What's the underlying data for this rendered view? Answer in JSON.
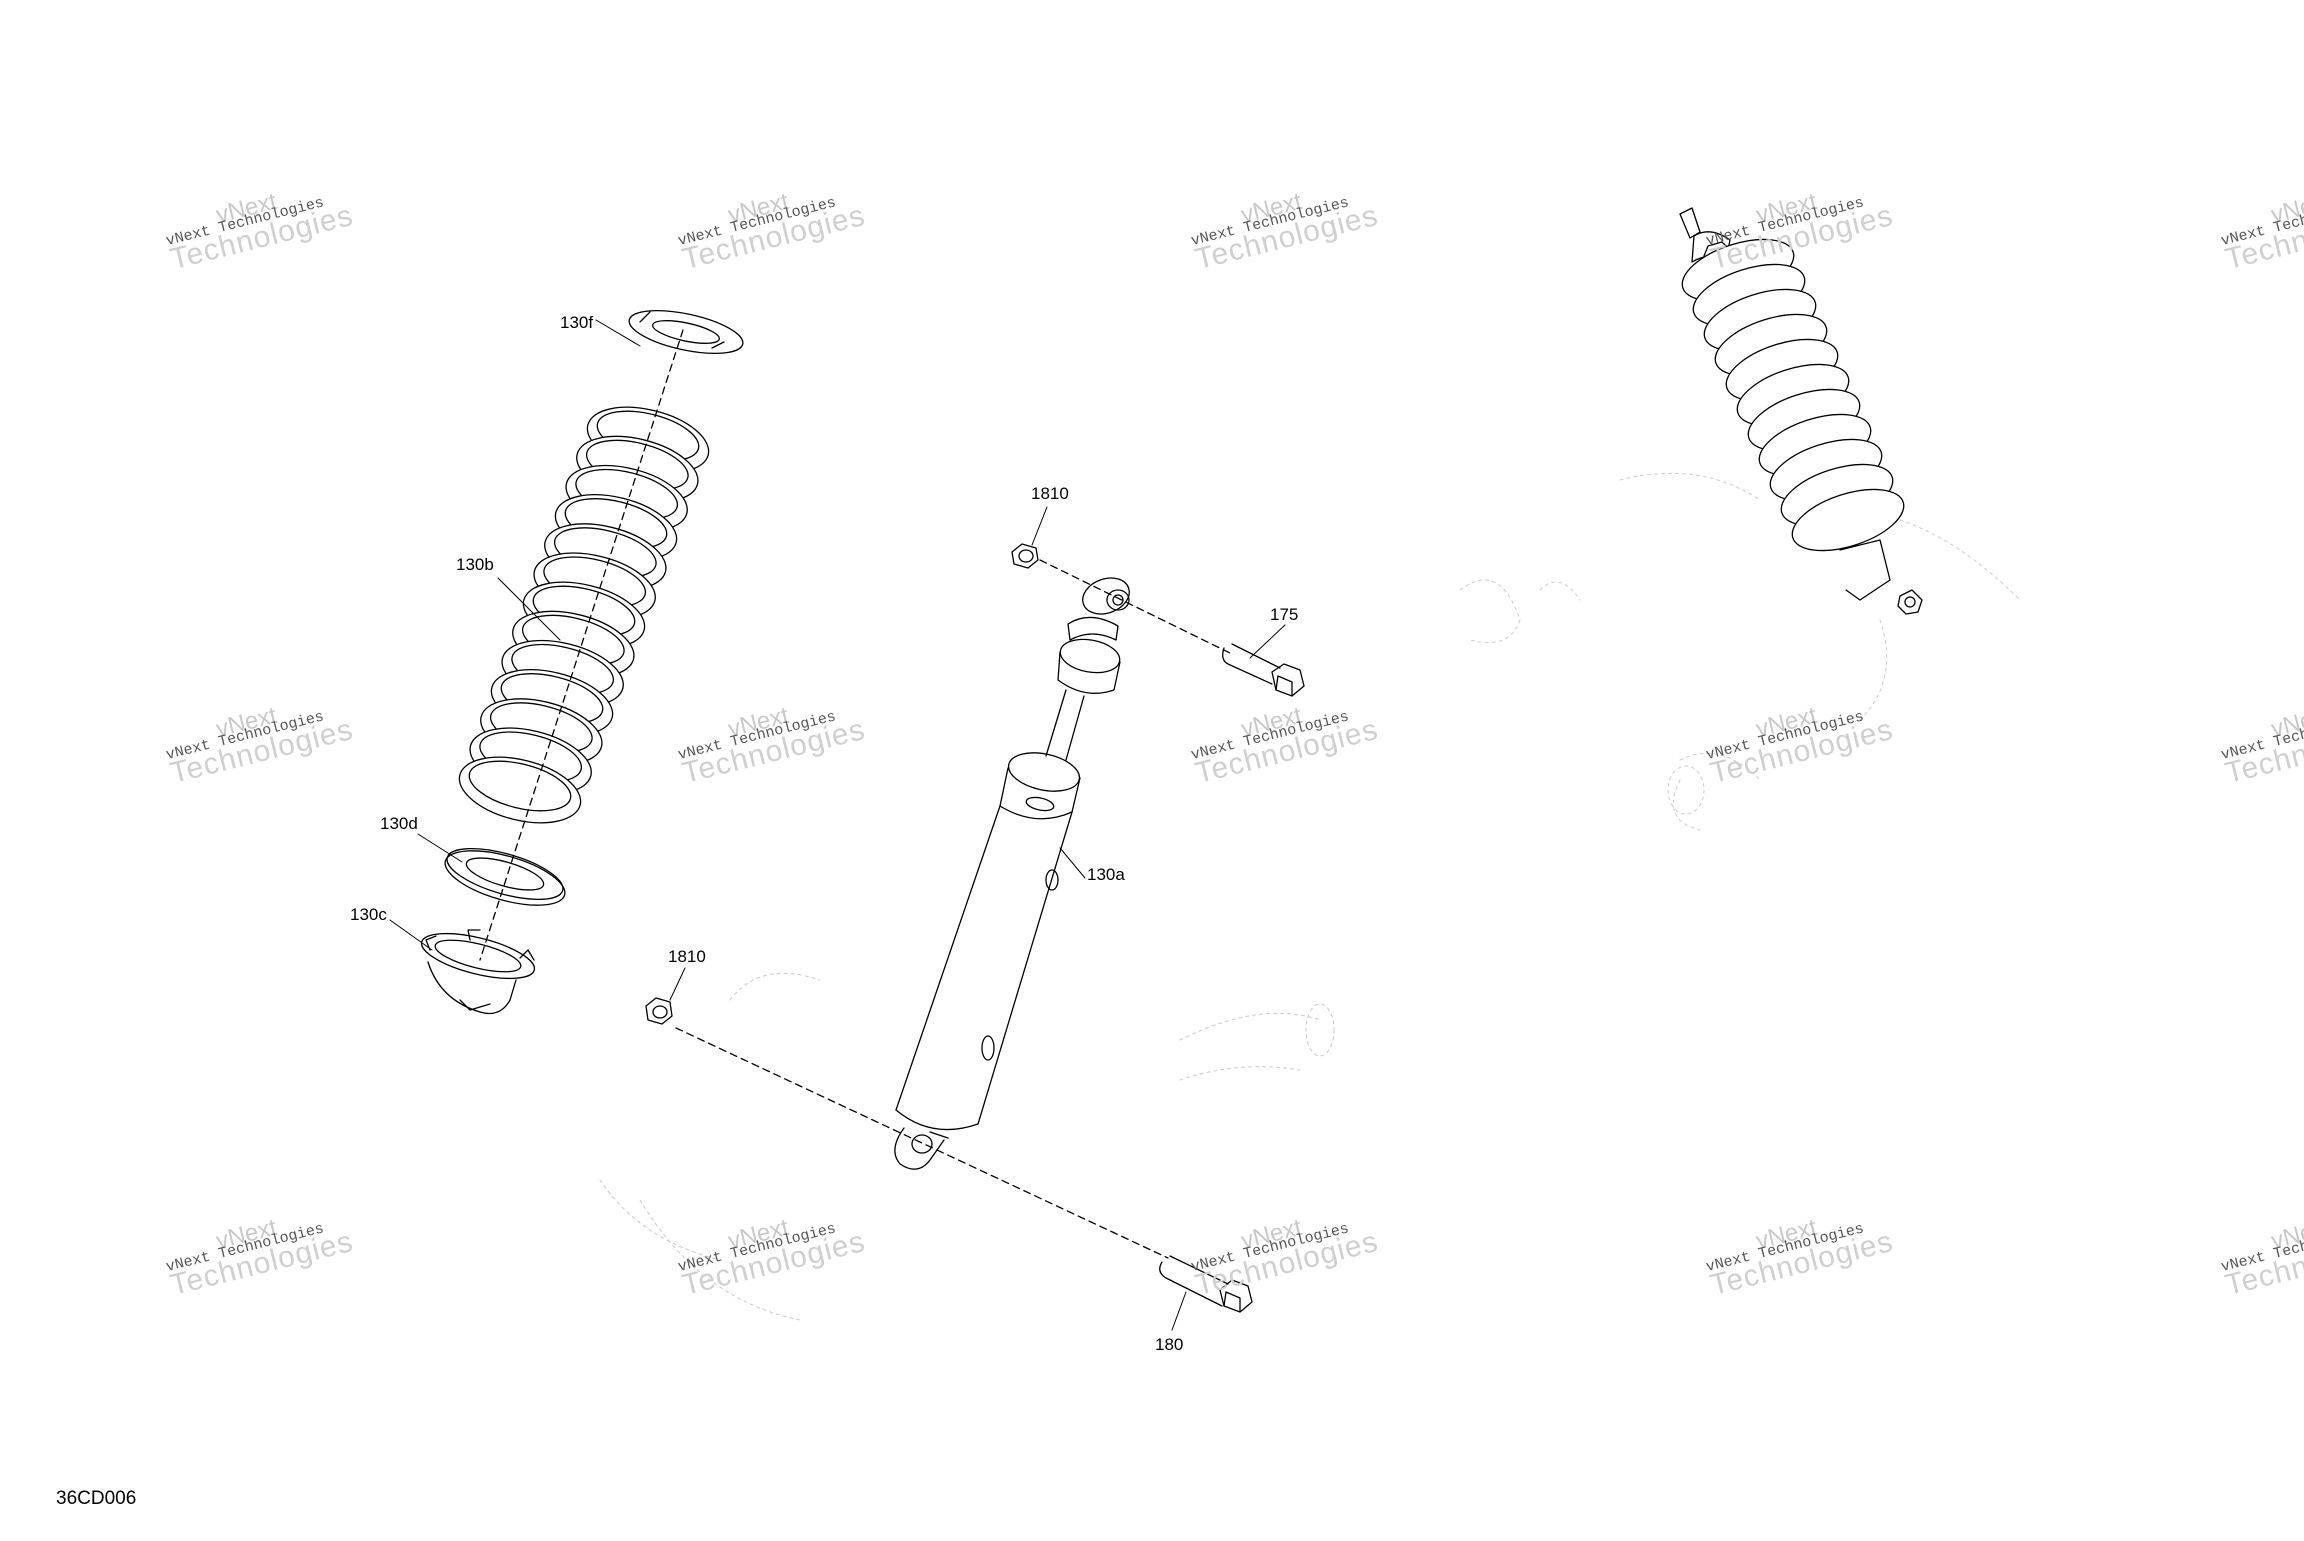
{
  "callouts": {
    "c130f": "130f",
    "c130b": "130b",
    "c130d": "130d",
    "c130c": "130c",
    "c1810_top": "1810",
    "c175": "175",
    "c130a": "130a",
    "c1810_bottom": "1810",
    "c180": "180"
  },
  "watermark": {
    "line0": "vNext",
    "line1": "vNext Technologies",
    "line2": "Technologies"
  },
  "document_code": "36CD006"
}
